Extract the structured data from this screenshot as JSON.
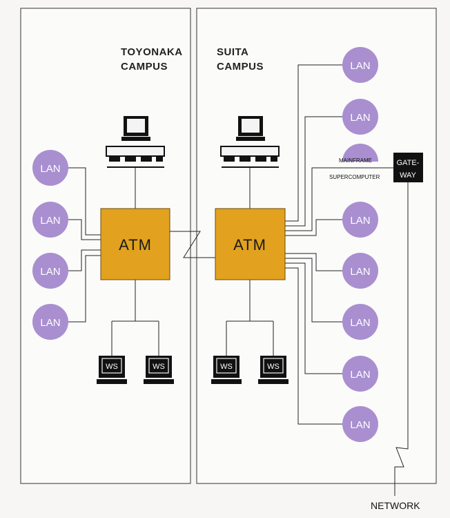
{
  "campuses": {
    "toyonaka": {
      "title_line1": "TOYONAKA",
      "title_line2": "CAMPUS"
    },
    "suita": {
      "title_line1": "SUITA",
      "title_line2": "CAMPUS"
    }
  },
  "atm_label": "ATM",
  "lan_label": "LAN",
  "ws_label": "WS",
  "mainframe_label": "MAINFRAME",
  "supercomputer_label": "SUPERCOMPUTER",
  "gateway": {
    "line1": "GATE-",
    "line2": "WAY"
  },
  "network_label": "NETWORK",
  "colors": {
    "lan": "#a98fd0",
    "atm": "#e2a21f",
    "device": "#111111",
    "panel": "#fbfbfa"
  }
}
